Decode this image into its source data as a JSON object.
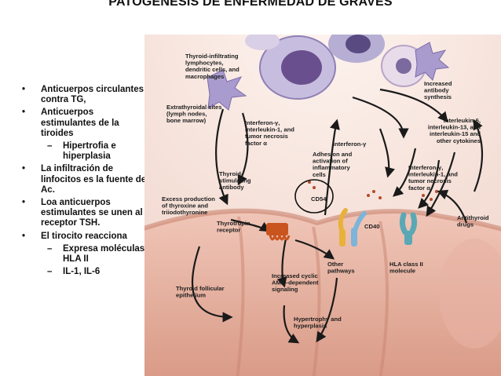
{
  "slide": {
    "title": "PATOGÉNESIS DE ENFERMEDAD DE GRAVES",
    "bullets": [
      {
        "level": 1,
        "text": "Anticuerpos circulantes contra TG,"
      },
      {
        "level": 1,
        "text": "Anticuerpos estimulantes de la tiroides"
      },
      {
        "level": 2,
        "text": "Hipertrofia e hiperplasia"
      },
      {
        "level": 1,
        "text": "La infiltración de linfocitos es la fuente de Ac."
      },
      {
        "level": 1,
        "text": "Loa anticuerpos estimulantes se unen al receptor TSH."
      },
      {
        "level": 1,
        "text": "El tirocito reacciona"
      },
      {
        "level": 2,
        "text": "Expresa moléculas HLA II"
      },
      {
        "level": 2,
        "text": "IL-1, IL-6"
      }
    ]
  },
  "figure": {
    "labels": {
      "infiltrating": [
        "Thyroid-infiltrating",
        "lymphocytes,",
        "dendritic cells, and",
        "macrophages"
      ],
      "increased_ab": [
        "Increased",
        "antibody",
        "synthesis"
      ],
      "extrathyroidal": [
        "Extrathyroidal sites",
        "(lymph nodes,",
        "bone marrow)"
      ],
      "cytokines": [
        "Interleukin-6,",
        "interleukin-13, and",
        "interleukin-15 and",
        "other cytokines"
      ],
      "ifn_left": [
        "Interferon-γ,",
        "interleukin-1, and",
        "tumor necrosis",
        "factor α"
      ],
      "ifn_gamma": [
        "Interferon-γ"
      ],
      "adhesion": [
        "Adhesion and",
        "activation of",
        "inflammatory",
        "cells"
      ],
      "ifn_right": [
        "Interferon-γ,",
        "interleukin-1, and",
        "tumor necrosis",
        "factor α"
      ],
      "tsab": [
        "Thyroid-",
        "stimulating",
        "antibody"
      ],
      "excess": [
        "Excess production",
        "of thyroxine and",
        "triiodothyronine"
      ],
      "tsh_receptor": [
        "Thyrotropin",
        "receptor"
      ],
      "cd54": [
        "CD54"
      ],
      "cd40": [
        "CD40"
      ],
      "antithyroid": [
        "Antithyroid",
        "drugs"
      ],
      "other_pathways": [
        "Other",
        "pathways"
      ],
      "hla": [
        "HLA class II",
        "molecule"
      ],
      "camp": [
        "Increased cyclic",
        "AMP–dependent",
        "signaling"
      ],
      "follicular": [
        "Thyroid follicular",
        "epithelium"
      ],
      "hypertrophy": [
        "Hypertrophy and",
        "hyperplasia"
      ]
    },
    "colors": {
      "cell": "#e9b8a9",
      "cell_shadow": "#d38e7b",
      "membrane": "#c9836f",
      "lymphocyte": "#c7bedf",
      "nucleus": "#6a4f8e",
      "receptor": "#c9541e",
      "cd54": "#e8b23a",
      "cd40": "#7db4d8",
      "hla": "#5aa8b5",
      "circle": "#111111",
      "arrow": "#1a1a1a"
    }
  }
}
